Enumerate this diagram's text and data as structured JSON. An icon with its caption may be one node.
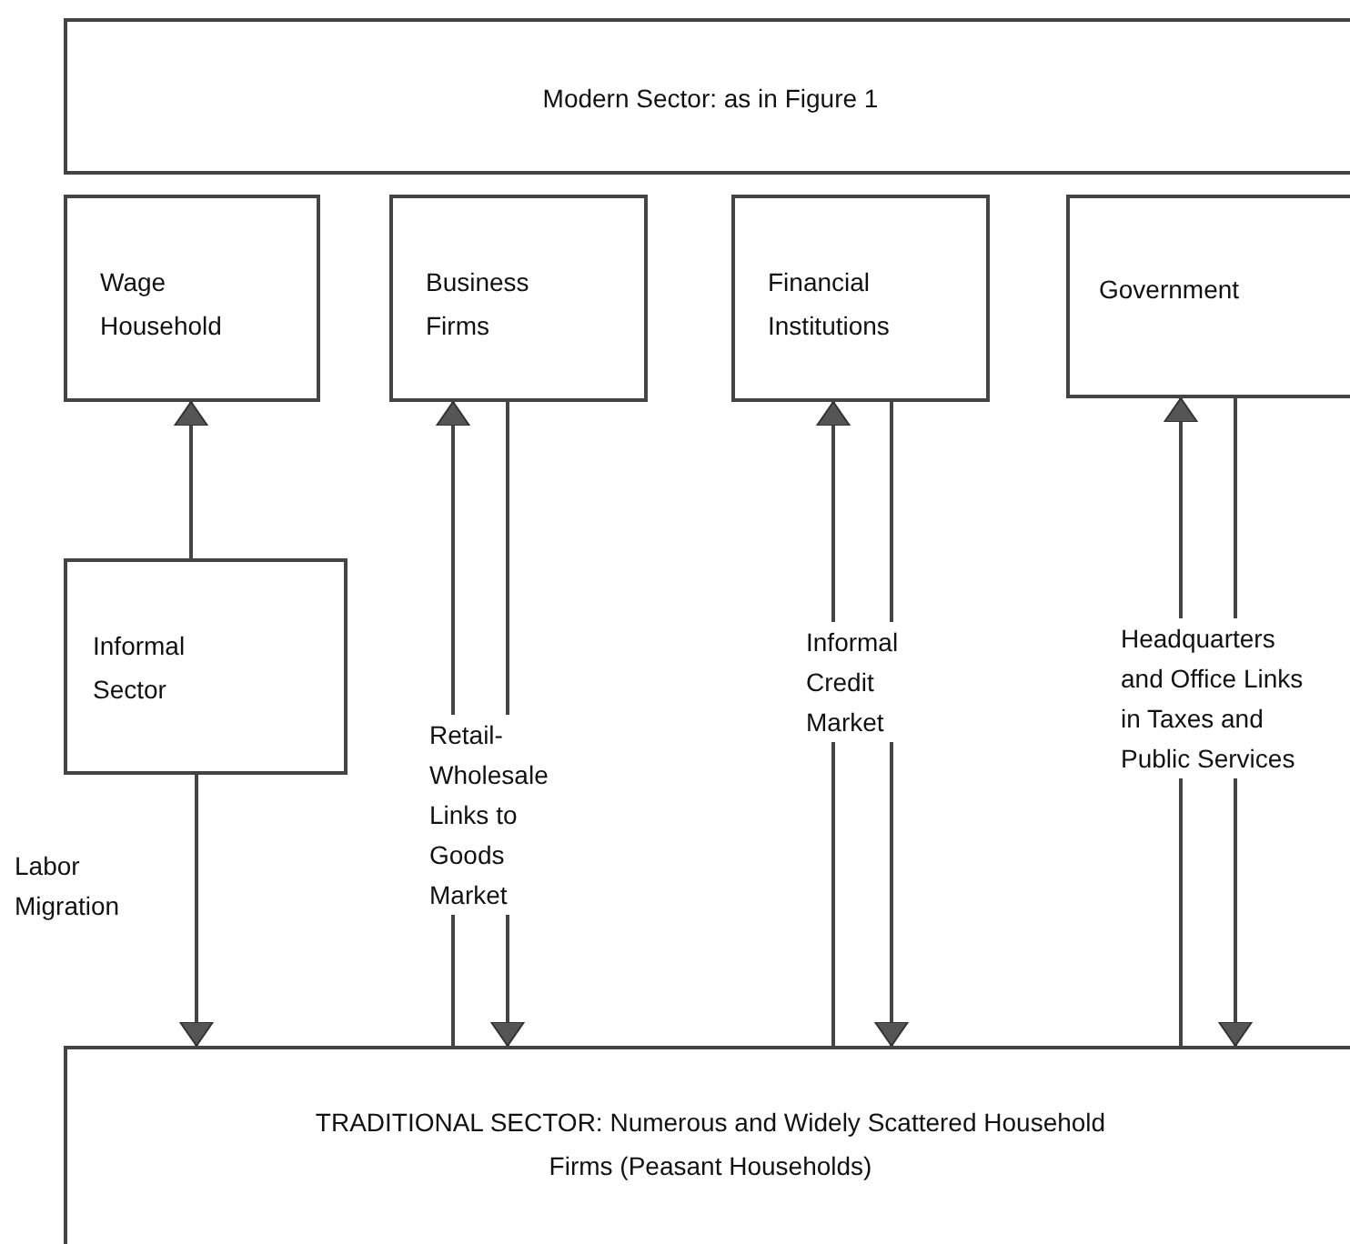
{
  "diagram": {
    "nodes": [
      {
        "text": [
          "Modern Sector: as in Figure 1"
        ]
      },
      {
        "text": [
          "Wage Household"
        ]
      },
      {
        "text": [
          "Business Firms"
        ]
      },
      {
        "text": [
          "Financial Institutions"
        ]
      },
      {
        "text": [
          "Government"
        ]
      },
      {
        "text": [
          "Informal Sector"
        ]
      },
      {
        "text": [
          "TRADITIONAL SECTOR: Numerous and Widely Scattered Household Firms (Peasant Households)"
        ]
      }
    ],
    "edges": [
      {
        "from": 5,
        "to": 1,
        "arrow": "to"
      },
      {
        "from": 5,
        "to": 6,
        "arrow": "to",
        "label": "Labor Migration"
      },
      {
        "from": 6,
        "to": 2,
        "arrow": "to",
        "label": "Retail-Wholesale Links to Goods Market"
      },
      {
        "from": 2,
        "to": 6,
        "arrow": "to"
      },
      {
        "from": 6,
        "to": 3,
        "arrow": "to",
        "label": "Informal Credit Market"
      },
      {
        "from": 3,
        "to": 6,
        "arrow": "to"
      },
      {
        "from": 6,
        "to": 4,
        "arrow": "to",
        "label": "Headquarters and Office Links in Taxes and Public Services"
      },
      {
        "from": 4,
        "to": 6,
        "arrow": "to"
      }
    ]
  }
}
